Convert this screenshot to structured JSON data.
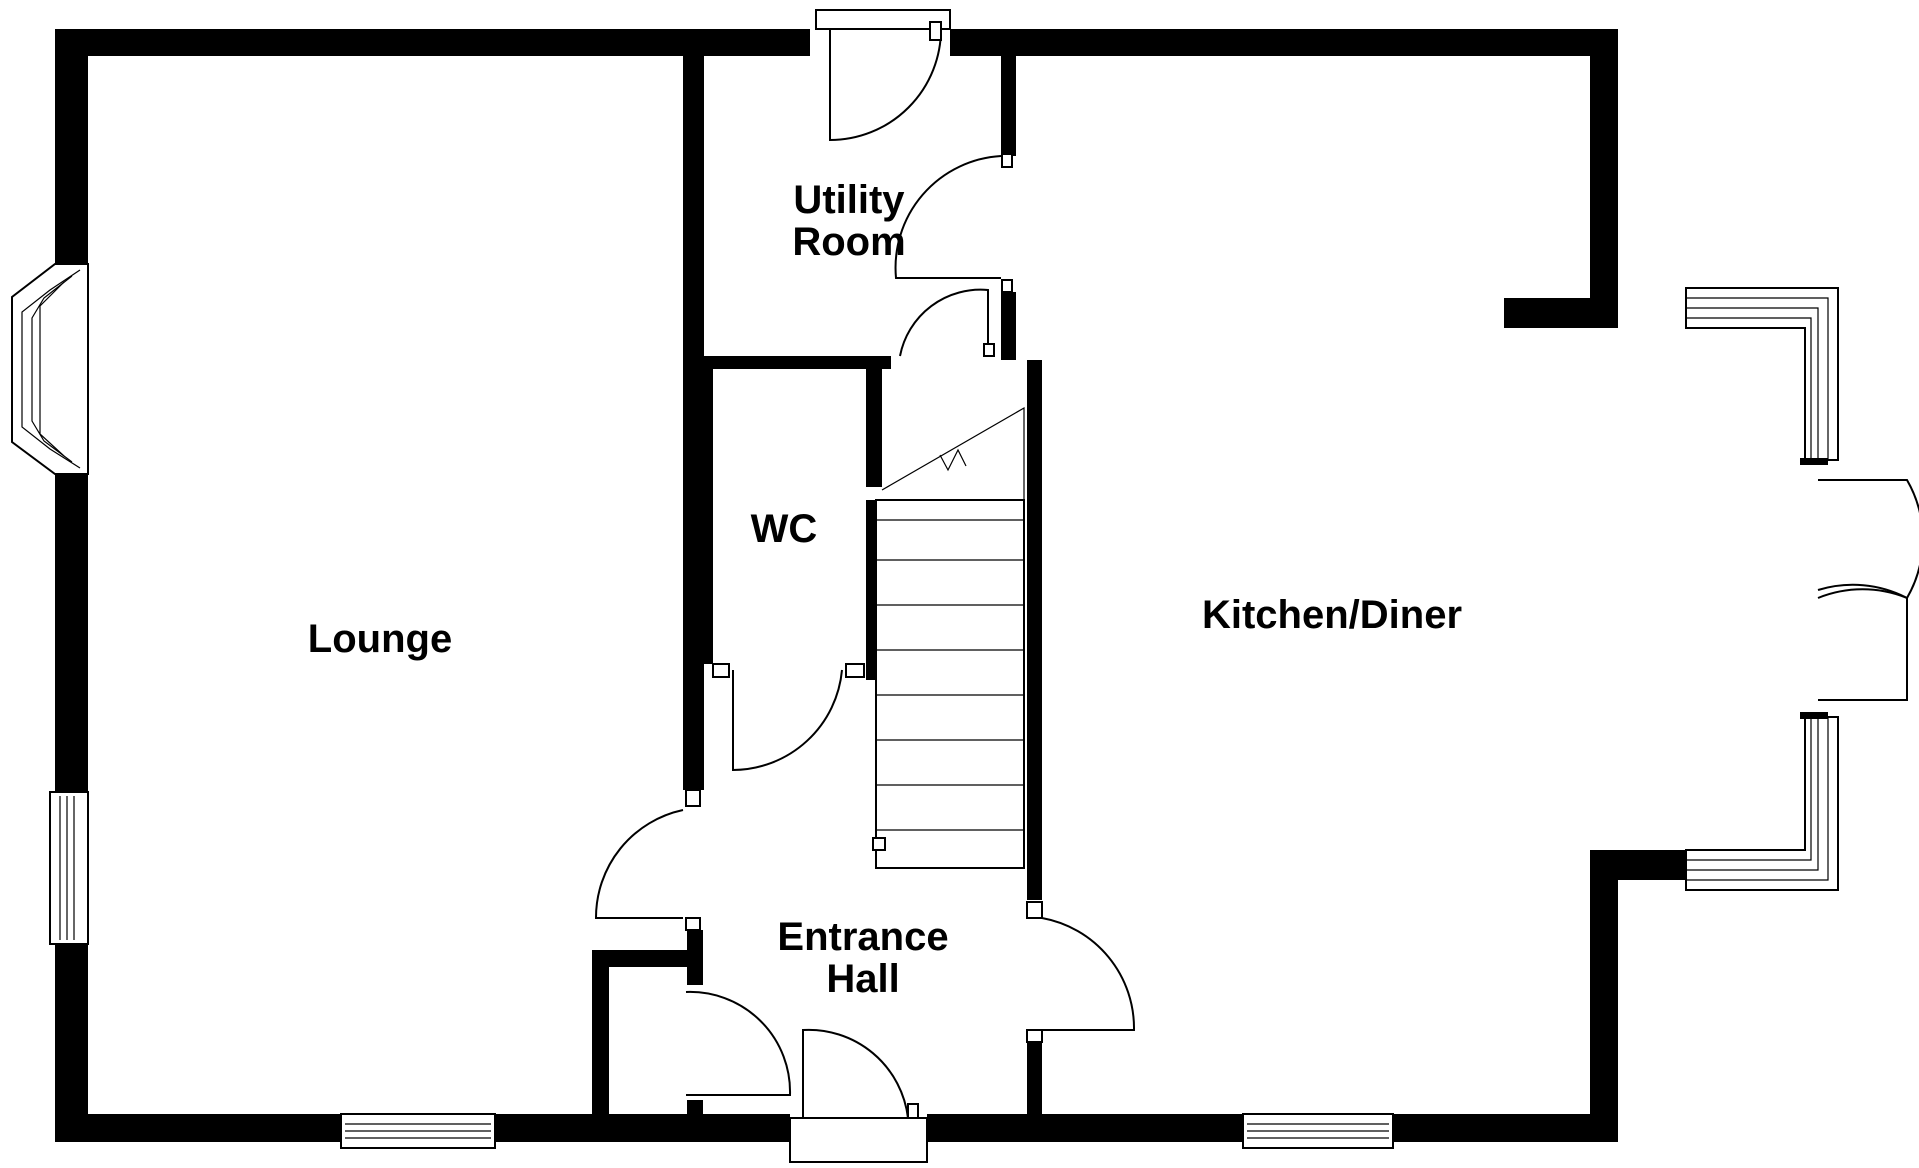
{
  "rooms": {
    "lounge": "Lounge",
    "utility_line1": "Utility",
    "utility_line2": "Room",
    "wc": "WC",
    "kitchen": "Kitchen/Diner",
    "hall_line1": "Entrance",
    "hall_line2": "Hall"
  }
}
